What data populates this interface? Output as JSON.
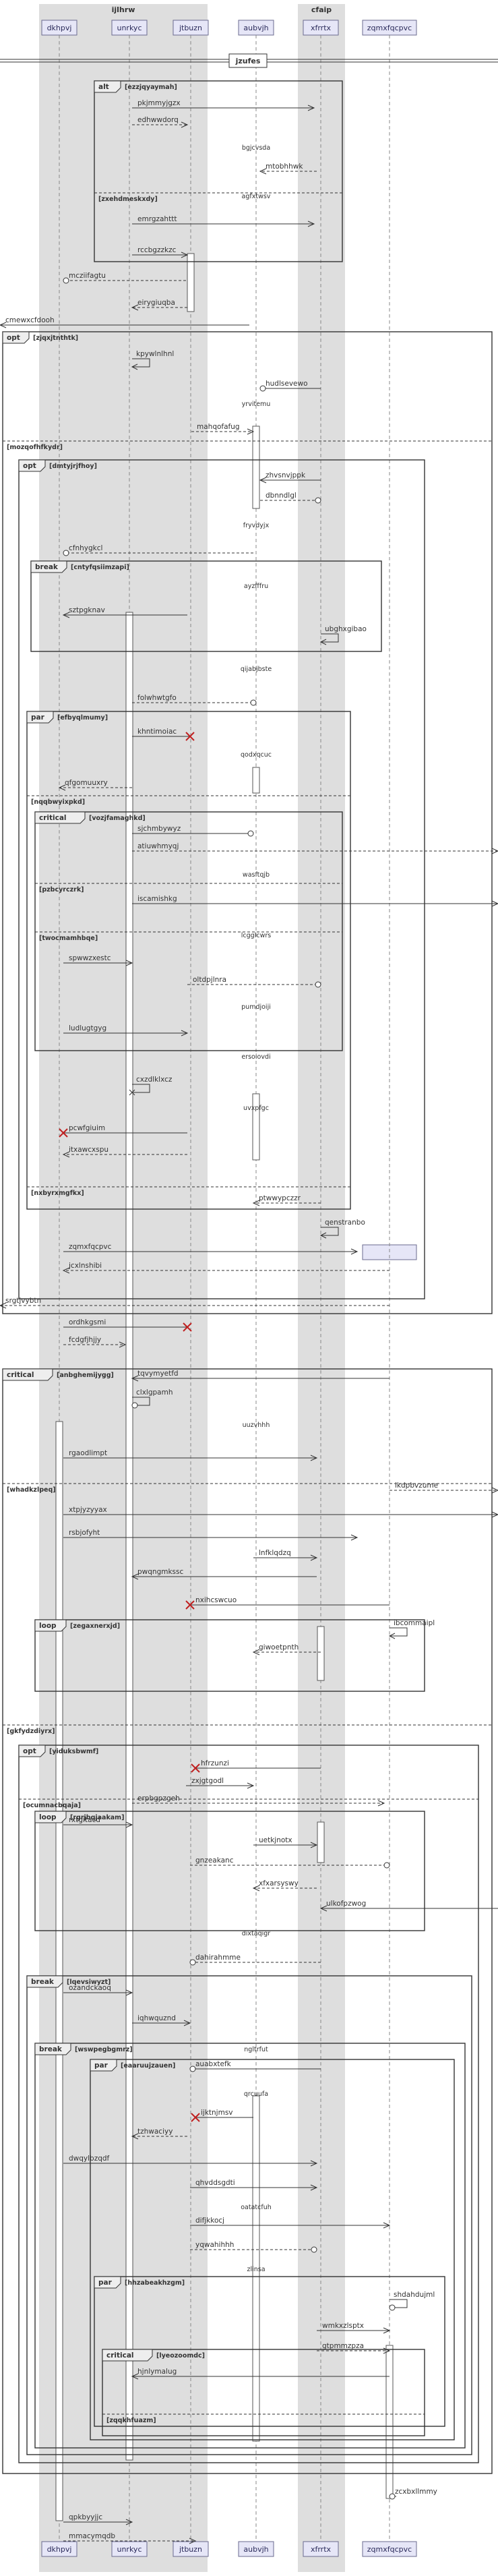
{
  "groups": [
    {
      "id": "g1",
      "label": "ijlhrw"
    },
    {
      "id": "g2",
      "label": "cfaip"
    }
  ],
  "participants": [
    {
      "id": "p1",
      "label": "dkhpvj"
    },
    {
      "id": "p2",
      "label": "unrkyc"
    },
    {
      "id": "p3",
      "label": "jtbuzn"
    },
    {
      "id": "p4",
      "label": "aubvjh"
    },
    {
      "id": "p5",
      "label": "xfrrtx"
    },
    {
      "id": "p6",
      "label": "zqmxfqcpvc"
    }
  ],
  "divider_label": "jzufes",
  "fragments": [
    {
      "kind": "alt",
      "label": "[ezzjqyaymah]"
    },
    {
      "kind": "",
      "label": "[zxehdmeskxdy]"
    },
    {
      "kind": "opt",
      "label": "[zjqxjtnthtk]"
    },
    {
      "kind": "",
      "label": "[mozqofhfkydr]"
    },
    {
      "kind": "opt",
      "label": "[dmtyjrjfhoy]"
    },
    {
      "kind": "break",
      "label": "[cntyfqsiimzapi]"
    },
    {
      "kind": "par",
      "label": "[efbyqlmumy]"
    },
    {
      "kind": "",
      "label": "[nqqbwyixpkd]"
    },
    {
      "kind": "critical",
      "label": "[vozjfamaghkd]"
    },
    {
      "kind": "",
      "label": "[pzbcyrczrk]"
    },
    {
      "kind": "",
      "label": "[twocmamhbqe]"
    },
    {
      "kind": "",
      "label": "[nxbyrxmgfkx]"
    },
    {
      "kind": "critical",
      "label": "[anbghemijygg]"
    },
    {
      "kind": "",
      "label": "[whadkzlpeq]"
    },
    {
      "kind": "loop",
      "label": "[zegaxnerxjd]"
    },
    {
      "kind": "",
      "label": "[gkfydzdiyrx]"
    },
    {
      "kind": "opt",
      "label": "[yiduksbwmf]"
    },
    {
      "kind": "",
      "label": "[ocumnacbqaja]"
    },
    {
      "kind": "loop",
      "label": "[rgrjbqjaakam]"
    },
    {
      "kind": "break",
      "label": "[lqevsiwyzt]"
    },
    {
      "kind": "break",
      "label": "[wswpegbgmrz]"
    },
    {
      "kind": "par",
      "label": "[eaaruujzauen]"
    },
    {
      "kind": "par",
      "label": "[hhzabeakhzgm]"
    },
    {
      "kind": "critical",
      "label": "[lyeozoomdc]"
    },
    {
      "kind": "",
      "label": "[zqqkhfuazm]"
    }
  ],
  "messages": [
    "pkjmmyjgzx",
    "edhwwdorq",
    "bgjcvsda",
    "mtobhhwk",
    "agfxtwsv",
    "emrgzahttt",
    "rccbgzzkzc",
    "mcziifagtu",
    "eirygiuqba",
    "cmewxcfdooh",
    "kpywlnlhnl",
    "hudlsevewo",
    "yrvitemu",
    "mahqofafug",
    "zhvsnvjppk",
    "dbnndlgl",
    "fryvdyjx",
    "cfnhygkcl",
    "ayzfffru",
    "sztpgknav",
    "ubghxgibao",
    "qijabjbste",
    "folwhwtgfo",
    "khntimoiac",
    "qodxqcuc",
    "qfgomuuxry",
    "sjchmbywyz",
    "atiuwhmyqj",
    "wasftqjb",
    "iscamishkg",
    "lcgglcwrs",
    "spwwzxestc",
    "oltdpjlnra",
    "pumdjoiji",
    "ludlugtgyg",
    "ersoiovdi",
    "cxzdlklxcz",
    "uvxpfgc",
    "pcwfgiuim",
    "itxawcxspu",
    "ptwwypczzr",
    "qenstranbo",
    "zqmxfqcpvc",
    "jcxlnshibi",
    "srgtjvybtn",
    "ordhkgsmi",
    "fcdgfjhjjy",
    "tqvymyetfd",
    "clxlgpamh",
    "uuzvhhh",
    "rgaodlimpt",
    "ikdpbvzume",
    "xtpjyzyyax",
    "rsbjofyht",
    "lnfklqdzq",
    "pwqngmkssc",
    "nxihcswcuo",
    "ibcommaipl",
    "giwoetpnth",
    "hfrzunzi",
    "zxjgtgodl",
    "erpbgpzgeh",
    "rxtgitacd",
    "uetkjnotx",
    "gnzeakanc",
    "xfxarsyswy",
    "ulkofpzwog",
    "dixtaqigr",
    "dahirahmme",
    "ozandckaoq",
    "iqhwquznd",
    "ngltrfut",
    "auabxtefk",
    "qrcuufa",
    "ijktnjmsv",
    "tzhwaciyy",
    "dwqylbzqdf",
    "qhvddsgdti",
    "oatatcfuh",
    "difjkkocj",
    "yqwahihhh",
    "zlinsa",
    "shdahdujml",
    "wmkxzlsptx",
    "gtpmmzpza",
    "hjnlymalug",
    "zcxbxllmmy",
    "qpkbyyjjc",
    "mmacymqdb"
  ]
}
